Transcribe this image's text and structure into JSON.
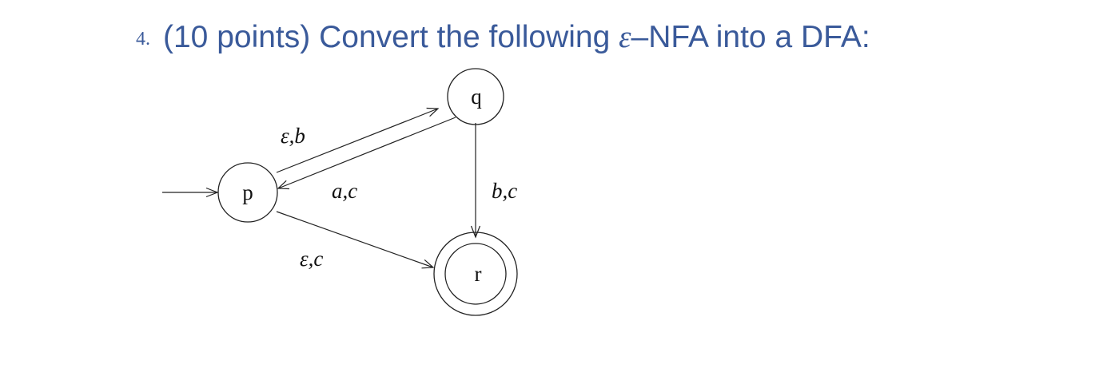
{
  "problem": {
    "number": "4.",
    "points": "(10 points)",
    "text_before": " Convert the following ",
    "epsilon": "ε",
    "text_after": "–NFA into a DFA:"
  },
  "automaton": {
    "start_state": "p",
    "accepting_states": [
      "r"
    ],
    "states": [
      {
        "id": "p",
        "label": "p"
      },
      {
        "id": "q",
        "label": "q"
      },
      {
        "id": "r",
        "label": "r"
      }
    ],
    "transitions": [
      {
        "from": "p",
        "to": "q",
        "label": "ε,b"
      },
      {
        "from": "q",
        "to": "p",
        "label": "a,c"
      },
      {
        "from": "q",
        "to": "r",
        "label": "b,c"
      },
      {
        "from": "p",
        "to": "r",
        "label": "ε,c"
      }
    ]
  }
}
